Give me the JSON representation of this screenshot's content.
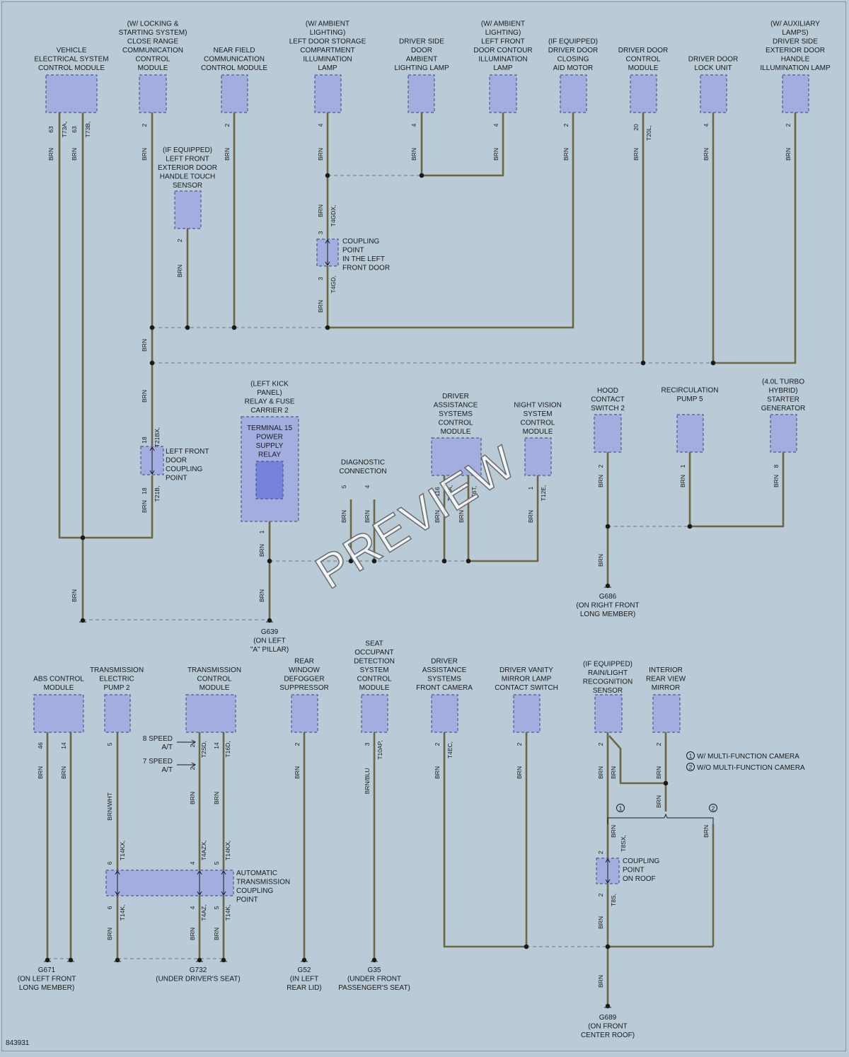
{
  "diagram_id": "843931",
  "watermark": "PREVIEW",
  "components": [
    {
      "key": "vesc",
      "label": [
        "VEHICLE",
        "ELECTRICAL SYSTEM",
        "CONTROL MODULE"
      ]
    },
    {
      "key": "close_range",
      "label": [
        "(W/ LOCKING &",
        "STARTING SYSTEM)",
        "CLOSE RANGE",
        "COMMUNICATION",
        "CONTROL",
        "MODULE"
      ]
    },
    {
      "key": "nfc",
      "label": [
        "NEAR FIELD",
        "COMMUNICATION",
        "CONTROL MODULE"
      ]
    },
    {
      "key": "storage_lamp",
      "label": [
        "(W/ AMBIENT",
        "LIGHTING)",
        "LEFT DOOR STORAGE",
        "COMPARTMENT",
        "ILLUMINATION",
        "LAMP"
      ]
    },
    {
      "key": "ambient_lamp",
      "label": [
        "DRIVER SIDE",
        "DOOR",
        "AMBIENT",
        "LIGHTING LAMP"
      ]
    },
    {
      "key": "contour_lamp",
      "label": [
        "(W/ AMBIENT",
        "LIGHTING)",
        "LEFT FRONT",
        "DOOR CONTOUR",
        "ILLUMINATION",
        "LAMP"
      ]
    },
    {
      "key": "closing_motor",
      "label": [
        "(IF EQUIPPED)",
        "DRIVER DOOR",
        "CLOSING",
        "AID MOTOR"
      ]
    },
    {
      "key": "door_ctrl",
      "label": [
        "DRIVER DOOR",
        "CONTROL",
        "MODULE"
      ]
    },
    {
      "key": "lock_unit",
      "label": [
        "DRIVER DOOR",
        "LOCK UNIT"
      ]
    },
    {
      "key": "handle_lamp",
      "label": [
        "(W/ AUXILIARY",
        "LAMPS)",
        "DRIVER SIDE",
        "EXTERIOR DOOR",
        "HANDLE",
        "ILLUMINATION LAMP"
      ]
    },
    {
      "key": "touch_sensor",
      "label": [
        "(IF EQUIPPED)",
        "LEFT FRONT",
        "EXTERIOR DOOR",
        "HANDLE TOUCH",
        "SENSOR"
      ]
    },
    {
      "key": "coupling_door",
      "label": [
        "COUPLING",
        "POINT",
        "IN THE LEFT",
        "FRONT DOOR"
      ]
    },
    {
      "key": "relay_carrier",
      "label": [
        "(LEFT KICK",
        "PANEL)",
        "RELAY & FUSE",
        "CARRIER 2"
      ]
    },
    {
      "key": "relay_inner",
      "label": [
        "TERMINAL 15",
        "POWER",
        "SUPPLY",
        "RELAY"
      ]
    },
    {
      "key": "lf_door_coupling",
      "label": [
        "LEFT FRONT",
        "DOOR",
        "COUPLING",
        "POINT"
      ]
    },
    {
      "key": "diag",
      "label": [
        "DIAGNOSTIC",
        "CONNECTION"
      ]
    },
    {
      "key": "das_ctrl",
      "label": [
        "DRIVER",
        "ASSISTANCE",
        "SYSTEMS",
        "CONTROL",
        "MODULE"
      ]
    },
    {
      "key": "night_vision",
      "label": [
        "NIGHT VISION",
        "SYSTEM",
        "CONTROL",
        "MODULE"
      ]
    },
    {
      "key": "hood_switch",
      "label": [
        "HOOD",
        "CONTACT",
        "SWITCH 2"
      ]
    },
    {
      "key": "recirc_pump",
      "label": [
        "RECIRCULATION",
        "PUMP 5"
      ]
    },
    {
      "key": "starter_gen",
      "label": [
        "(4.0L TURBO",
        "HYBRID)",
        "STARTER",
        "GENERATOR"
      ]
    },
    {
      "key": "abs",
      "label": [
        "ABS CONTROL",
        "MODULE"
      ]
    },
    {
      "key": "trans_pump",
      "label": [
        "TRANSMISSION",
        "ELECTRIC",
        "PUMP 2"
      ]
    },
    {
      "key": "tcm",
      "label": [
        "TRANSMISSION",
        "CONTROL",
        "MODULE"
      ]
    },
    {
      "key": "defogger",
      "label": [
        "REAR",
        "WINDOW",
        "DEFOGGER",
        "SUPPRESSOR"
      ]
    },
    {
      "key": "seat_occ",
      "label": [
        "SEAT",
        "OCCUPANT",
        "DETECTION",
        "SYSTEM",
        "CONTROL",
        "MODULE"
      ]
    },
    {
      "key": "front_cam",
      "label": [
        "DRIVER",
        "ASSISTANCE",
        "SYSTEMS",
        "FRONT CAMERA"
      ]
    },
    {
      "key": "vanity",
      "label": [
        "DRIVER VANITY",
        "MIRROR LAMP",
        "CONTACT SWITCH"
      ]
    },
    {
      "key": "rain_sensor",
      "label": [
        "(IF EQUIPPED)",
        "RAIN/LIGHT",
        "RECOGNITION",
        "SENSOR"
      ]
    },
    {
      "key": "mirror",
      "label": [
        "INTERIOR",
        "REAR VIEW",
        "MIRROR"
      ]
    },
    {
      "key": "trans_coupling",
      "label": [
        "AUTOMATIC",
        "TRANSMISSION",
        "COUPLING",
        "POINT"
      ]
    },
    {
      "key": "roof_coupling",
      "label": [
        "COUPLING",
        "POINT",
        "ON ROOF"
      ]
    }
  ],
  "grounds": [
    {
      "key": "g639",
      "label": [
        "G639",
        "(ON LEFT",
        "\"A\" PILLAR)"
      ]
    },
    {
      "key": "g686",
      "label": [
        "G686",
        "(ON RIGHT FRONT",
        "LONG MEMBER)"
      ]
    },
    {
      "key": "g671",
      "label": [
        "G671",
        "(ON LEFT FRONT",
        "LONG MEMBER)"
      ]
    },
    {
      "key": "g732",
      "label": [
        "G732",
        "(UNDER DRIVER'S SEAT)"
      ]
    },
    {
      "key": "g52",
      "label": [
        "G52",
        "(IN LEFT",
        "REAR LID)"
      ]
    },
    {
      "key": "g35",
      "label": [
        "G35",
        "(UNDER FRONT",
        "PASSENGER'S SEAT)"
      ]
    },
    {
      "key": "g689",
      "label": [
        "G689",
        "(ON FRONT",
        "CENTER ROOF)"
      ]
    }
  ],
  "legend": [
    {
      "num": "1",
      "text": "W/ MULTI-FUNCTION CAMERA"
    },
    {
      "num": "2",
      "text": "W/O MULTI-FUNCTION CAMERA"
    }
  ],
  "transmission_variants": [
    "8 SPEED",
    "A/T",
    "7 SPEED",
    "A/T"
  ],
  "wire_colors": {
    "brn": "BRN",
    "brn_wht": "BRN/WHT",
    "brn_blu": "BRN/BLU"
  },
  "pins": [
    "63",
    "2",
    "4",
    "20",
    "1",
    "5",
    "116",
    "18",
    "46",
    "14",
    "6",
    "3",
    "8"
  ],
  "connectors": [
    "T73A",
    "T73B",
    "T20L",
    "T4GDX",
    "T4GD",
    "T21BX",
    "T21B",
    "T40A",
    "T6T",
    "T12E",
    "T14KX",
    "T14K",
    "T2SD",
    "T16D",
    "T4AZX",
    "T4AZ",
    "T10AP",
    "T4EC",
    "T8SX",
    "T8S"
  ],
  "palette": {
    "background": "#b9cbd6",
    "wire": "#6e6542",
    "component_fill": "#a2aee0",
    "component_stroke": "#4f5a8c",
    "relay_fill": "#7482dc"
  }
}
